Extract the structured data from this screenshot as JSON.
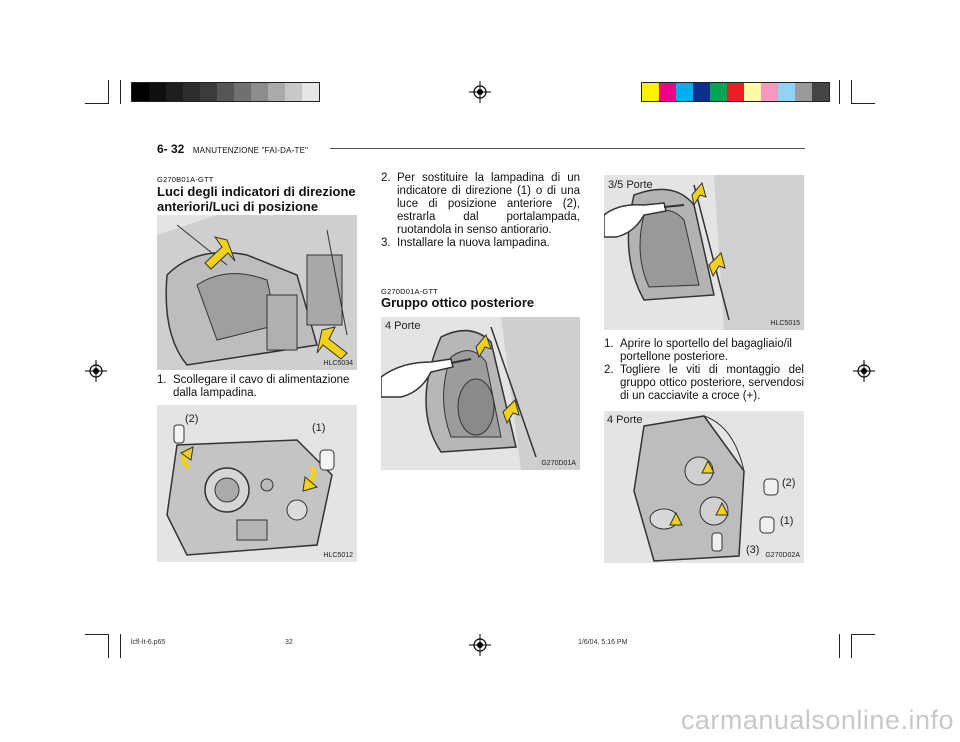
{
  "header": {
    "page_number": "6- 32",
    "section_title": "MANUTENZIONE \"FAI-DA-TE\""
  },
  "col1": {
    "code": "G270B01A-GTT",
    "title": "Luci degli indicatori di direzione anteriori/Luci di posizione",
    "fig1_code": "HLC5034",
    "step1_num": "1.",
    "step1_text": "Scollegare il cavo di alimentazione dalla lampadina.",
    "fig2_code": "HLC5012",
    "fig2_label_2": "(2)",
    "fig2_label_1": "(1)"
  },
  "col2": {
    "step2_num": "2.",
    "step2_text": "Per sostituire la lampadina di un indicatore di direzione (1) o di una luce di posizione anteriore (2), estrarla dal portalampada, ruotandola in senso antiorario.",
    "step3_num": "3.",
    "step3_text": "Installare la nuova lampadina.",
    "code": "G270D01A-GTT",
    "title": "Gruppo ottico posteriore",
    "fig_label": "4 Porte",
    "fig_code": "G270D01A"
  },
  "col3": {
    "fig1_label": "3/5 Porte",
    "fig1_code": "HLC5015",
    "step1_num": "1.",
    "step1_text": "Aprire lo sportello del bagagliaio/il portellone posteriore.",
    "step2_num": "2.",
    "step2_text": "Togliere le viti di montaggio del gruppo ottico posteriore, servendosi di un cacciavite a croce (+).",
    "fig2_label": "4 Porte",
    "fig2_label_2": "(2)",
    "fig2_label_1": "(1)",
    "fig2_label_3": "(3)",
    "fig2_code": "G270D02A"
  },
  "footer": {
    "file": "lcfl-lt-6.p65",
    "page": "32",
    "date": "1/6/04, 5:16 PM"
  },
  "watermark": "carmanualsonline.info",
  "colors": {
    "arrow": "#f2d11b",
    "figure_bg": "#e4e4e4",
    "watermark": "#c8c8c8"
  }
}
